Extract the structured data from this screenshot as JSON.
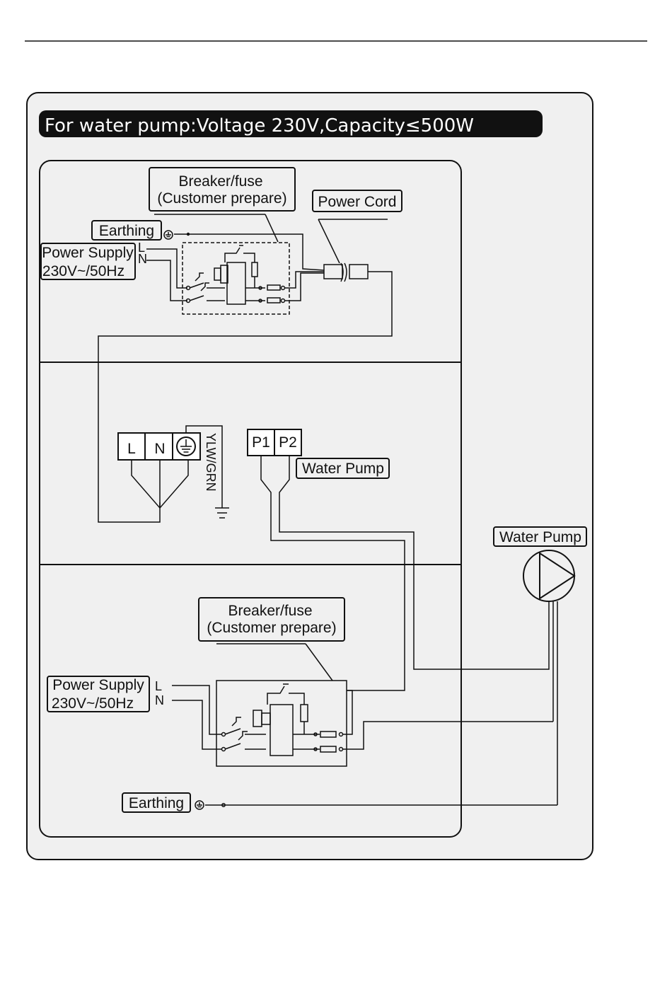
{
  "title": "For water pump:Voltage 230V,Capacity≤500W",
  "top_section": {
    "breaker_line1": "Breaker/fuse",
    "breaker_line2": "(Customer prepare)",
    "power_cord": "Power Cord",
    "earthing": "Earthing",
    "supply_line1": "Power Supply",
    "supply_line2": "230V~/50Hz",
    "l": "L",
    "n": "N"
  },
  "middle_section": {
    "terminal_l": "L",
    "terminal_n": "N",
    "ground_wire": "YLW/GRN",
    "p1": "P1",
    "p2": "P2",
    "water_pump": "Water Pump"
  },
  "external": {
    "water_pump": "Water Pump"
  },
  "bottom_section": {
    "breaker_line1": "Breaker/fuse",
    "breaker_line2": "(Customer prepare)",
    "supply_line1": "Power Supply",
    "supply_line2": "230V~/50Hz",
    "l": "L",
    "n": "N",
    "earthing": "Earthing"
  }
}
